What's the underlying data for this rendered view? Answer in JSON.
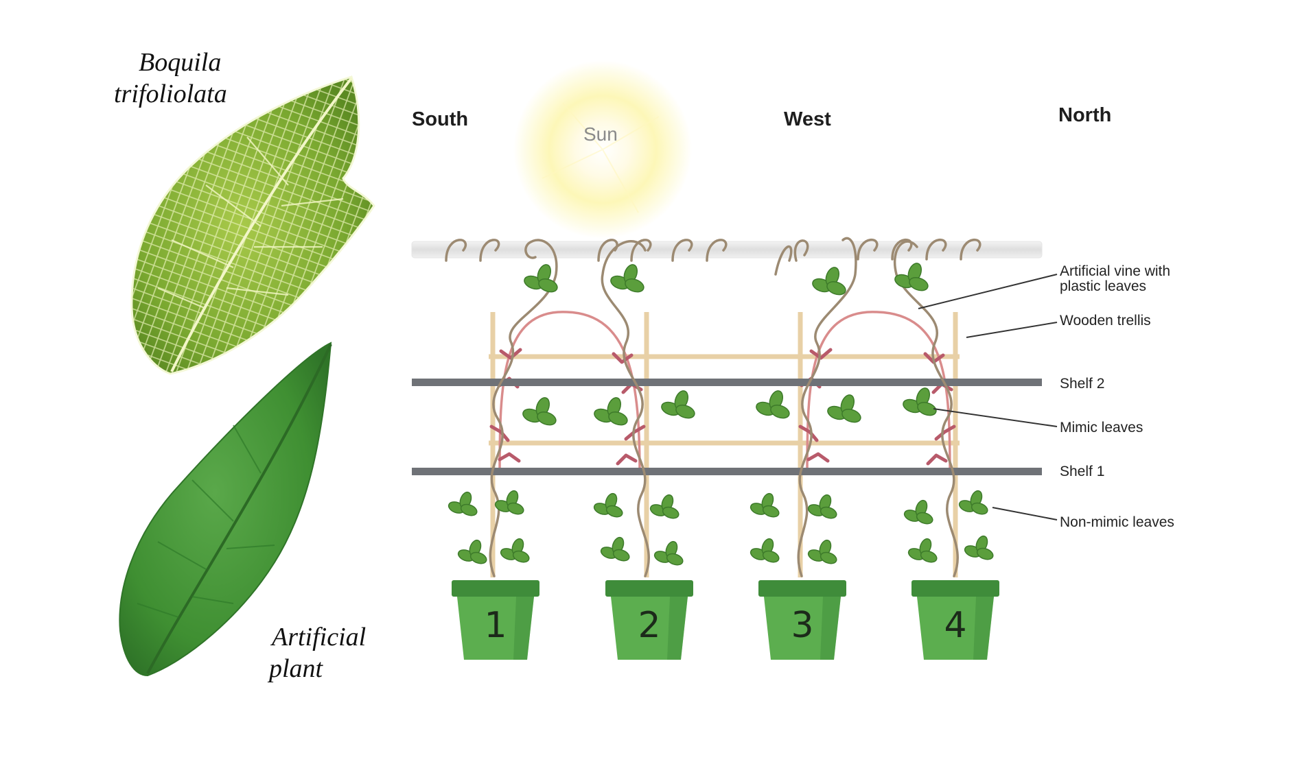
{
  "specimens": {
    "real_leaf_label": [
      "Boquila",
      "trifoliolata"
    ],
    "artificial_leaf_label": [
      "Artificial",
      "plant"
    ]
  },
  "directions": {
    "south": "South",
    "west": "West",
    "north": "North"
  },
  "sun": {
    "label": "Sun"
  },
  "callouts": {
    "vine": [
      "Artificial vine with",
      "plastic leaves"
    ],
    "trellis": "Wooden trellis",
    "shelf2": "Shelf 2",
    "mimic": "Mimic leaves",
    "shelf1": "Shelf 1",
    "nonmimic": "Non-mimic leaves"
  },
  "pots": [
    {
      "number": "1"
    },
    {
      "number": "2"
    },
    {
      "number": "3"
    },
    {
      "number": "4"
    }
  ],
  "colors": {
    "pot": "#5cae4f",
    "pot_dark": "#3f8c3a",
    "shelf": "#6f7277",
    "trellis": "#e8d0a6",
    "vine": "#9c8a72",
    "artificial_vine": "#d98c8c",
    "leaf": "#5b9e3c",
    "real_leaf": "#7aa830",
    "artificial_leaf": "#3f8f32"
  }
}
